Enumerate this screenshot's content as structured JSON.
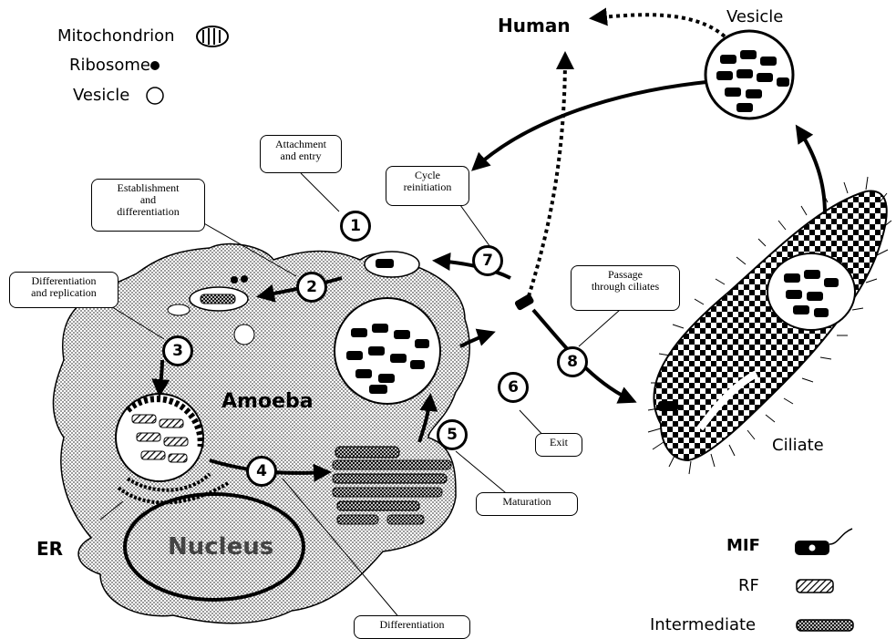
{
  "legend_top": {
    "mitochondrion": "Mitochondrion",
    "ribosome": "Ribosome",
    "vesicle": "Vesicle"
  },
  "hosts": {
    "human": "Human",
    "amoeba": "Amoeba",
    "ciliate": "Ciliate",
    "vesicle": "Vesicle",
    "nucleus": "Nucleus",
    "er": "ER"
  },
  "steps": [
    "1",
    "2",
    "3",
    "4",
    "5",
    "6",
    "7",
    "8"
  ],
  "callouts": {
    "attachment": "Attachment\nand entry",
    "establishment": "Establishment\nand\ndifferentiation",
    "diff_replication": "Differentiation\nand replication",
    "cycle_reinit": "Cycle\nreinitiation",
    "passage": "Passage\nthrough ciliates",
    "exit": "Exit",
    "maturation": "Maturation",
    "differentiation": "Differentiation"
  },
  "legend_bottom": {
    "mif": "MIF",
    "rf": "RF",
    "intermediate": "Intermediate"
  }
}
